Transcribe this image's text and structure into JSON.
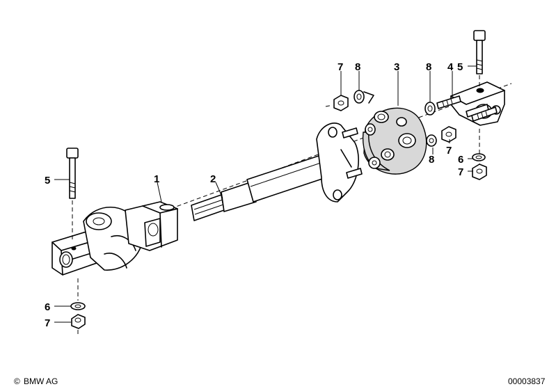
{
  "diagram": {
    "callouts": {
      "c1": "1",
      "c2": "2",
      "c3": "3",
      "c4": "4",
      "c5_left": "5",
      "c5_right": "5",
      "c6_left": "6",
      "c6_right": "6",
      "c7_left": "7",
      "c7_top": "7",
      "c7_mid": "7",
      "c7_right": "7",
      "c8_top_left": "8",
      "c8_top_right": "8",
      "c8_mid": "8"
    }
  },
  "footer": {
    "copyright_symbol": "©",
    "brand": "BMW AG",
    "diagram_number": "00003837"
  }
}
